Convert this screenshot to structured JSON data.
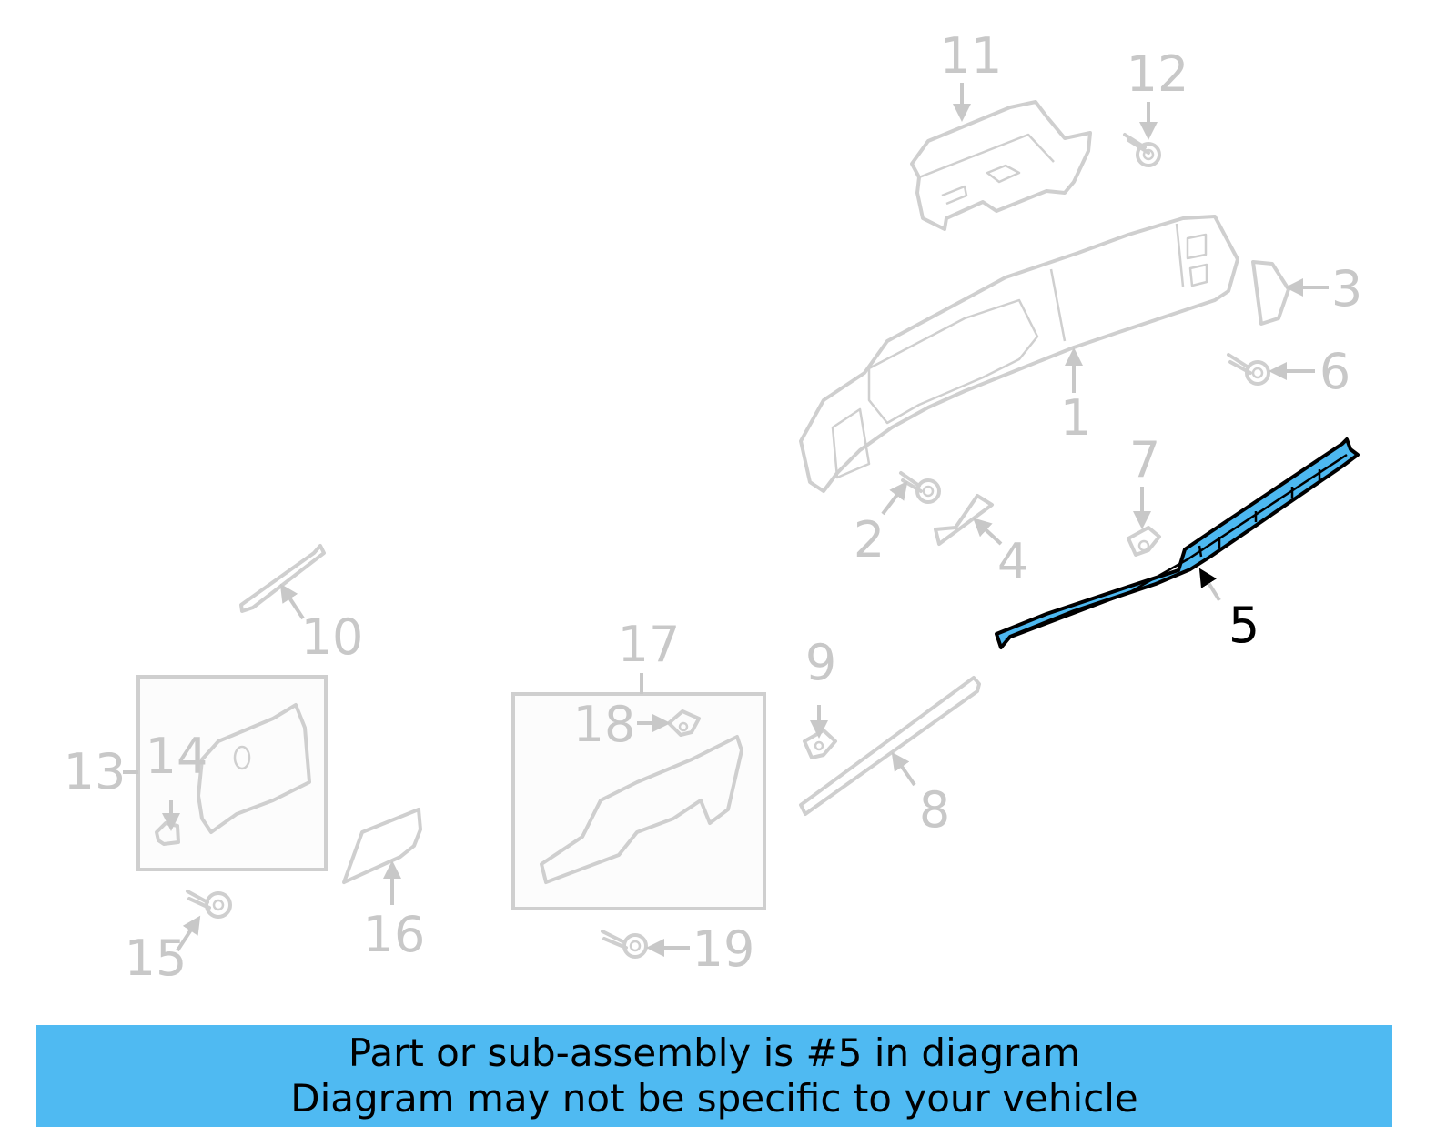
{
  "diagram": {
    "highlighted_part": "5",
    "highlight_color": "#4db8f0",
    "callouts": [
      {
        "id": "1",
        "label": "1"
      },
      {
        "id": "2",
        "label": "2"
      },
      {
        "id": "3",
        "label": "3"
      },
      {
        "id": "4",
        "label": "4"
      },
      {
        "id": "5",
        "label": "5"
      },
      {
        "id": "6",
        "label": "6"
      },
      {
        "id": "7",
        "label": "7"
      },
      {
        "id": "8",
        "label": "8"
      },
      {
        "id": "9",
        "label": "9"
      },
      {
        "id": "10",
        "label": "10"
      },
      {
        "id": "11",
        "label": "11"
      },
      {
        "id": "12",
        "label": "12"
      },
      {
        "id": "13",
        "label": "13"
      },
      {
        "id": "14",
        "label": "14"
      },
      {
        "id": "15",
        "label": "15"
      },
      {
        "id": "16",
        "label": "16"
      },
      {
        "id": "17",
        "label": "17"
      },
      {
        "id": "18",
        "label": "18"
      },
      {
        "id": "19",
        "label": "19"
      }
    ]
  },
  "banner": {
    "line1": "Part or sub-assembly is #5 in diagram",
    "line2": "Diagram may not be specific to your vehicle",
    "background": "#4fbaf2"
  }
}
